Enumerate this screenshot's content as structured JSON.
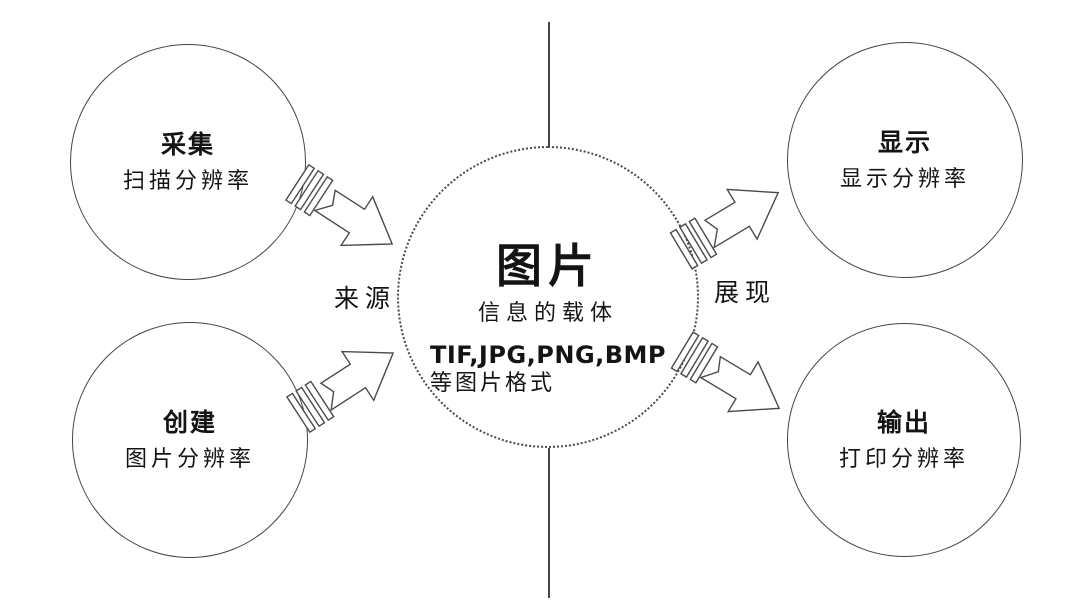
{
  "center": {
    "title": "图片",
    "subtitle": "信息的载体",
    "formats_line1": "TIF,JPG,PNG,BMP",
    "formats_line2": "等图片格式"
  },
  "nodes": [
    {
      "id": "collect",
      "title": "采集",
      "subtitle": "扫描分辨率"
    },
    {
      "id": "create",
      "title": "创建",
      "subtitle": "图片分辨率"
    },
    {
      "id": "display",
      "title": "显示",
      "subtitle": "显示分辨率"
    },
    {
      "id": "output",
      "title": "输出",
      "subtitle": "打印分辨率"
    }
  ],
  "labels": {
    "source": "来源",
    "presentation": "展现"
  },
  "icons": {
    "arrow_style": "striped-block-arrow-icon"
  },
  "colors": {
    "stroke": "#454545",
    "text": "#141414",
    "background": "#ffffff"
  }
}
